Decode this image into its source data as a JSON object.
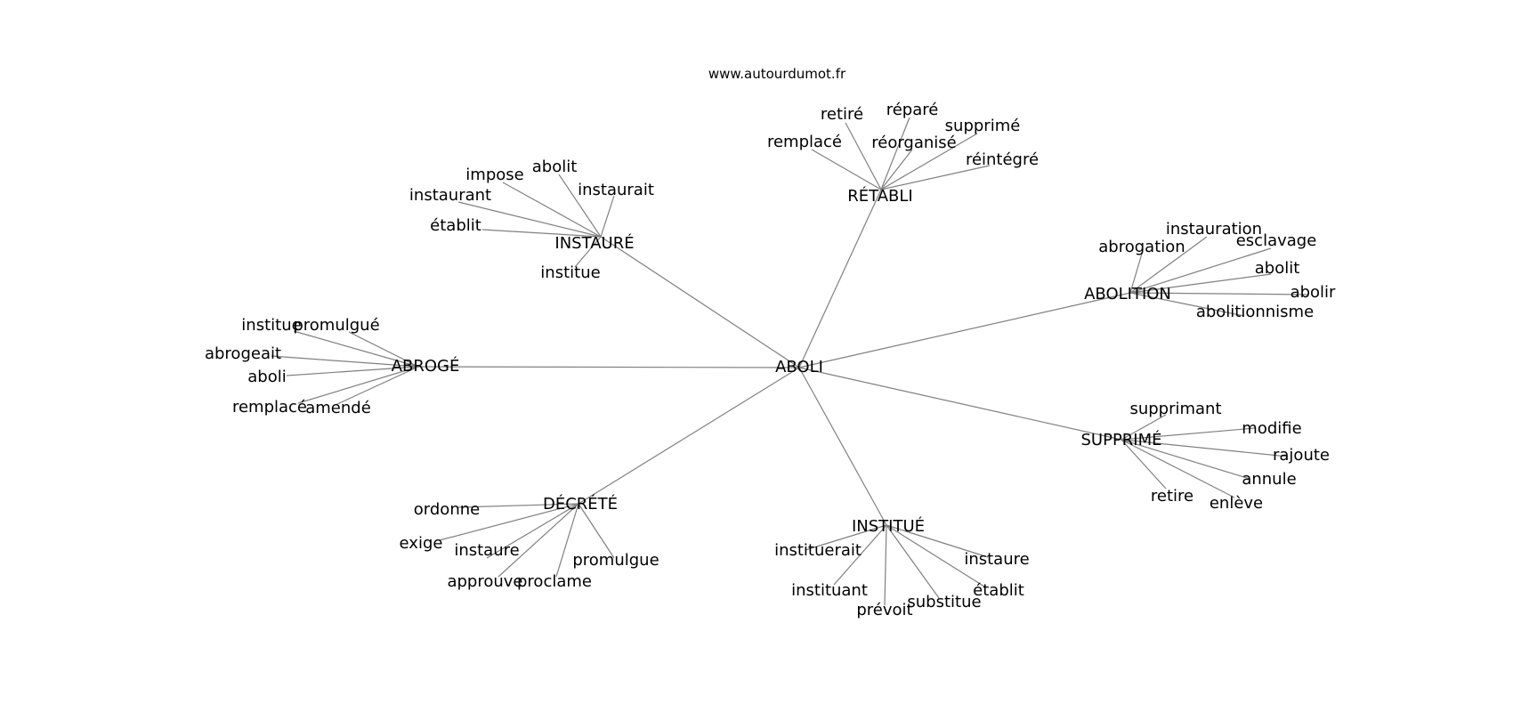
{
  "watermark": "www.autourdumot.fr",
  "style": {
    "edge_color": "#808080",
    "text_color": "#000000",
    "background": "#ffffff"
  },
  "graph": {
    "center": "ABOLI",
    "hubs": [
      {
        "id": "instaure",
        "label": "INSTAURÉ",
        "leaves": [
          "impose",
          "abolit",
          "instaurant",
          "instaurait",
          "établit",
          "institue"
        ]
      },
      {
        "id": "retabli",
        "label": "RÉTABLI",
        "leaves": [
          "retiré",
          "réparé",
          "remplacé",
          "réorganisé",
          "supprimé",
          "réintégré"
        ]
      },
      {
        "id": "abolition",
        "label": "ABOLITION",
        "leaves": [
          "instauration",
          "abrogation",
          "esclavage",
          "abolit",
          "abolir",
          "abolitionnisme"
        ]
      },
      {
        "id": "abroge",
        "label": "ABROGÉ",
        "leaves": [
          "institue",
          "promulgué",
          "abrogeait",
          "aboli",
          "remplacé",
          "amendé"
        ]
      },
      {
        "id": "supprime",
        "label": "SUPPRIMÉ",
        "leaves": [
          "supprimant",
          "modifie",
          "rajoute",
          "annule",
          "retire",
          "enlève"
        ]
      },
      {
        "id": "decrete",
        "label": "DÉCRÉTÉ",
        "leaves": [
          "ordonne",
          "exige",
          "instaure",
          "promulgue",
          "approuve",
          "proclame"
        ]
      },
      {
        "id": "institue",
        "label": "INSTITUÉ",
        "leaves": [
          "instituerait",
          "instaure",
          "instituant",
          "établit",
          "prévoit",
          "substitue"
        ]
      }
    ]
  }
}
